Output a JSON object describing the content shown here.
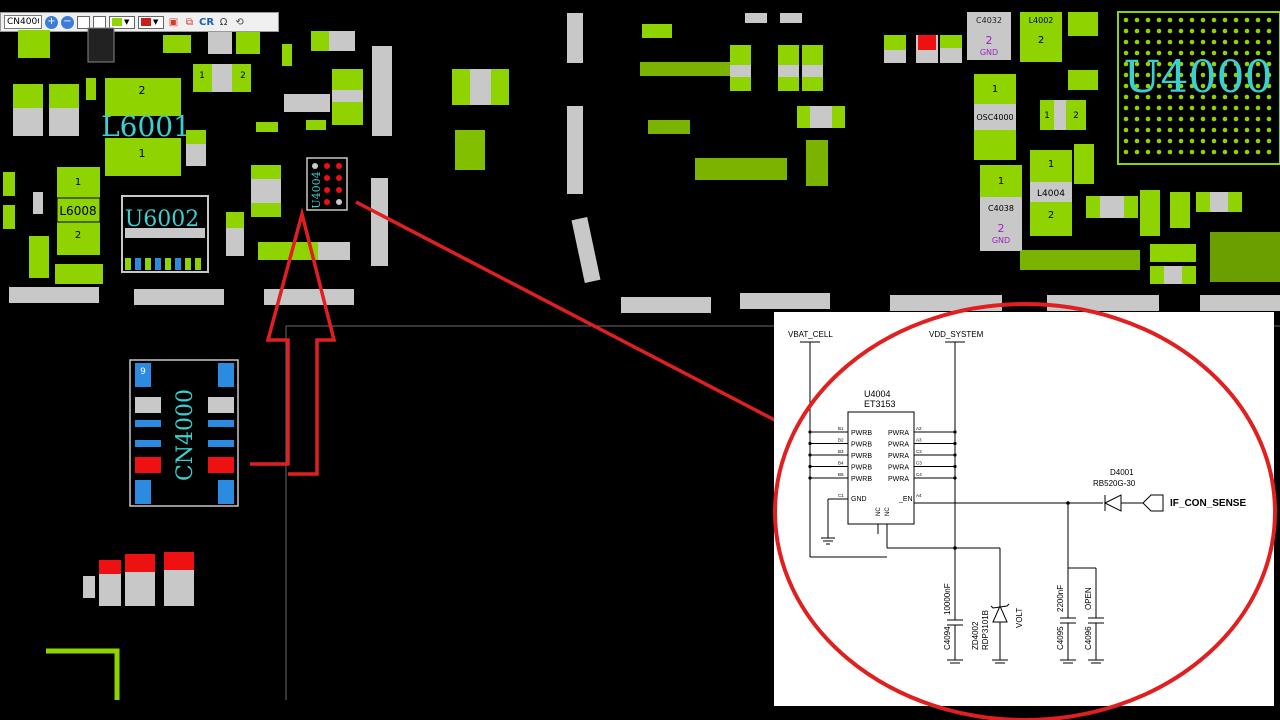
{
  "toolbar": {
    "search_value": "CN4000",
    "cr_label": "CR",
    "fill_color": "#8fd400",
    "outline_color": "#c81e1e"
  },
  "board": {
    "part_labels": {
      "l6001": "L6001",
      "l6008": "L6008",
      "u6002": "U6002",
      "u4004": "U4004",
      "u4000": "U4000",
      "l4004": "L4004",
      "osc4000": "OSC4000",
      "cn4000": "CN4000",
      "c4032": "C4032",
      "c4038": "C4038",
      "l4002": "L4002"
    },
    "pad_numbers": {
      "one": "1",
      "two": "2",
      "nine": "9"
    },
    "gnd_label": "GND",
    "colors": {
      "pad": "#8fd400",
      "silk": "#c8c8c8",
      "highlight": "#e11",
      "arrow": "#e02020",
      "pin_blue": "#2a8be0"
    }
  },
  "schematic": {
    "net_vbat": "VBAT_CELL",
    "net_vdd": "VDD_SYSTEM",
    "ic_ref": "U4004",
    "ic_part": "ET3153",
    "pin_pwrb": "PWRB",
    "pin_pwra": "PWRA",
    "pin_gnd": "GND",
    "pin_en": "_EN",
    "pin_nc": "NC",
    "pin_nums_left": [
      "B1",
      "B2",
      "B3",
      "B4",
      "B5",
      "C1"
    ],
    "pin_nums_right": [
      "A2",
      "A3",
      "C2",
      "C3",
      "C4",
      "A4"
    ],
    "diode_ref": "D4001",
    "diode_part": "RB520G-30",
    "net_if": "IF_CON_SENSE",
    "c4094_ref": "C4094",
    "c4094_val": "10000nF",
    "zd_ref": "ZD4002",
    "zd_part": "RDP3101B",
    "volt_label": "VOLT",
    "c4095_ref": "C4095",
    "c4095_val": "2200nF",
    "c4096_ref": "C4096",
    "c4096_val": "OPEN"
  }
}
